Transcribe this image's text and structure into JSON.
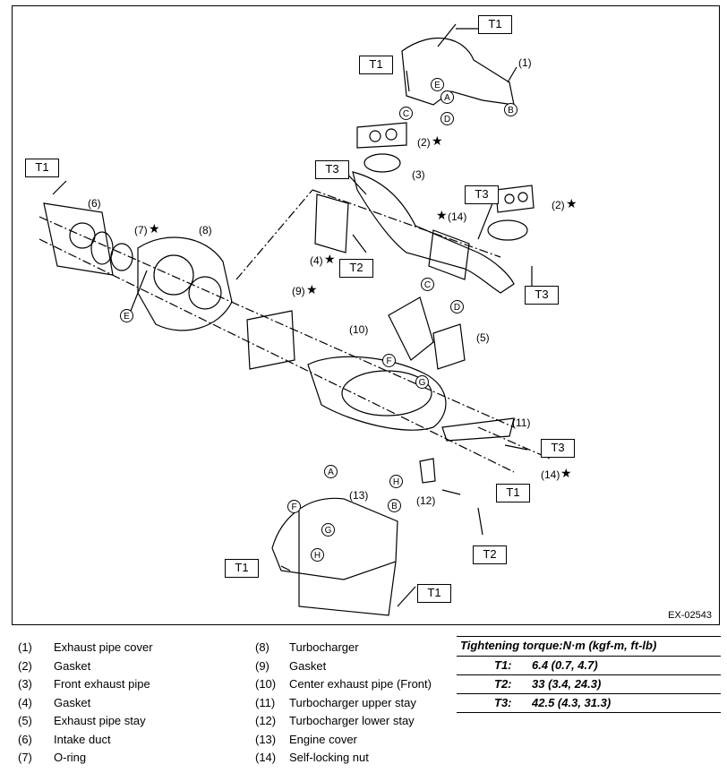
{
  "diagram_id": "EX-02543",
  "torque_labels": {
    "t1": "T1",
    "t2": "T2",
    "t3": "T3"
  },
  "part_labels": {
    "p1": "(1)",
    "p2a": "(2)",
    "p2b": "(2)",
    "p3": "(3)",
    "p4": "(4)",
    "p5": "(5)",
    "p6": "(6)",
    "p7": "(7)",
    "p8": "(8)",
    "p9": "(9)",
    "p10": "(10)",
    "p11": "(11)",
    "p12": "(12)",
    "p13": "(13)",
    "p14a": "(14)",
    "p14b": "(14)"
  },
  "star": "★",
  "point_labels": {
    "A": "A",
    "B": "B",
    "C": "C",
    "D": "D",
    "E": "E",
    "F": "F",
    "G": "G",
    "H": "H"
  },
  "legend_left": [
    {
      "num": "(1)",
      "name": "Exhaust pipe cover"
    },
    {
      "num": "(2)",
      "name": "Gasket"
    },
    {
      "num": "(3)",
      "name": "Front exhaust pipe"
    },
    {
      "num": "(4)",
      "name": "Gasket"
    },
    {
      "num": "(5)",
      "name": "Exhaust pipe stay"
    },
    {
      "num": "(6)",
      "name": "Intake duct"
    },
    {
      "num": "(7)",
      "name": "O-ring"
    }
  ],
  "legend_right": [
    {
      "num": "(8)",
      "name": "Turbocharger"
    },
    {
      "num": "(9)",
      "name": "Gasket"
    },
    {
      "num": "(10)",
      "name": "Center exhaust pipe (Front)"
    },
    {
      "num": "(11)",
      "name": "Turbocharger upper stay"
    },
    {
      "num": "(12)",
      "name": "Turbocharger lower stay"
    },
    {
      "num": "(13)",
      "name": "Engine cover"
    },
    {
      "num": "(14)",
      "name": "Self-locking nut"
    }
  ],
  "torque_table": {
    "header": "Tightening torque:N·m (kgf-m, ft-lb)",
    "rows": [
      {
        "key": "T1:",
        "value": "6.4 (0.7, 4.7)"
      },
      {
        "key": "T2:",
        "value": "33 (3.4, 24.3)"
      },
      {
        "key": "T3:",
        "value": "42.5 (4.3, 31.3)"
      }
    ]
  }
}
